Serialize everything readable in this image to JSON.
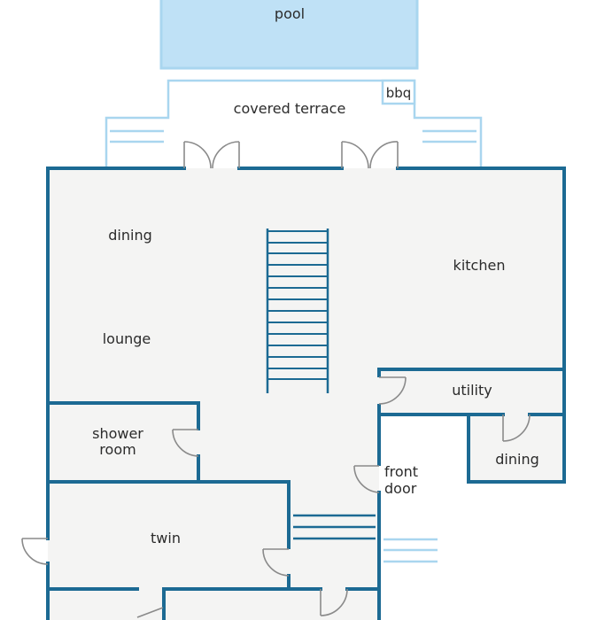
{
  "colors": {
    "wall": "#1c6a93",
    "floor": "#f4f4f3",
    "outdoor_line": "#a9d6ef",
    "pool_fill": "#bfe1f6",
    "door_line": "#8a8a8a",
    "text": "#2b2b2b"
  },
  "labels": {
    "pool": "pool",
    "covered_terrace": "covered terrace",
    "bbq": "bbq",
    "dining_main": "dining",
    "lounge": "lounge",
    "kitchen": "kitchen",
    "utility": "utility",
    "dining_small": "dining",
    "shower_room_1": "shower",
    "shower_room_2": "room",
    "front_door_1": "front",
    "front_door_2": "door",
    "twin": "twin"
  }
}
